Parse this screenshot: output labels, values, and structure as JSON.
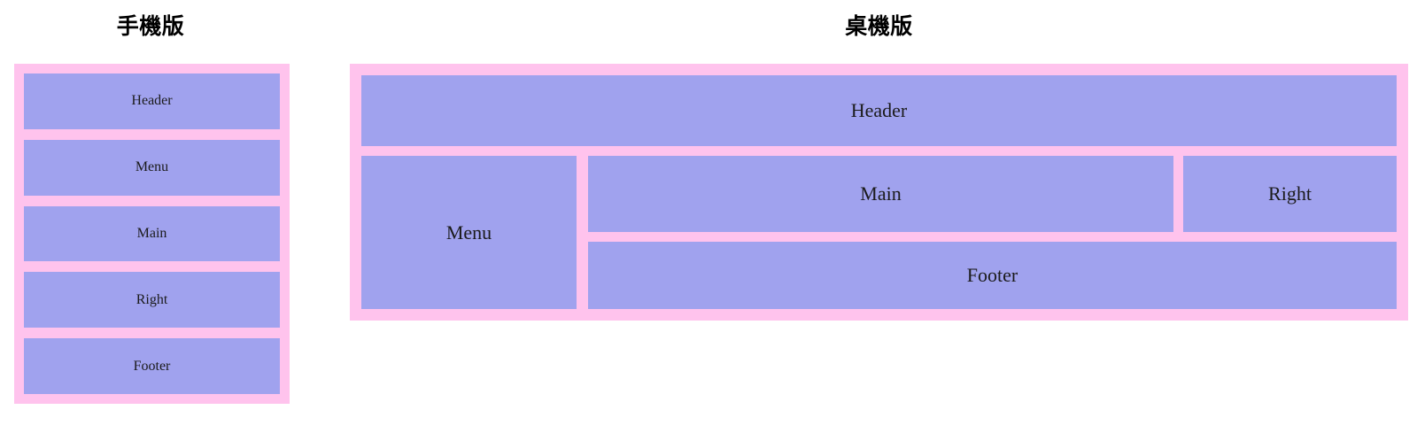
{
  "page": {
    "background_color": "#ffffff",
    "block_color": "#a0a2ee",
    "container_color": "#ffc3ed",
    "text_color": "#1b1b1b"
  },
  "mobile": {
    "title": "手機版",
    "blocks": [
      {
        "label": "Header"
      },
      {
        "label": "Menu"
      },
      {
        "label": "Main"
      },
      {
        "label": "Right"
      },
      {
        "label": "Footer"
      }
    ]
  },
  "desktop": {
    "title": "桌機版",
    "header": {
      "label": "Header"
    },
    "menu": {
      "label": "Menu"
    },
    "main": {
      "label": "Main"
    },
    "right": {
      "label": "Right"
    },
    "footer": {
      "label": "Footer"
    }
  }
}
